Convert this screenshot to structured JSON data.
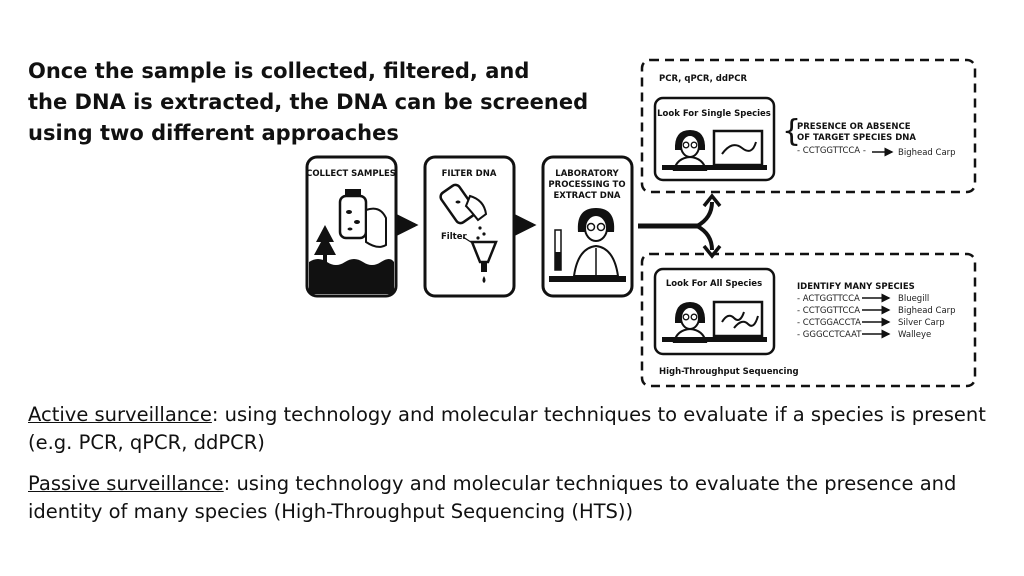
{
  "heading": {
    "line1": "Once the sample is collected, filtered, and",
    "line2": "the DNA is extracted, the DNA can be screened",
    "line3": "using two different approaches"
  },
  "steps": {
    "collect": "COLLECT SAMPLES",
    "filter": "FILTER DNA",
    "filter_tag": "Filter",
    "lab_line1": "LABORATORY",
    "lab_line2": "PROCESSING TO",
    "lab_line3": "EXTRACT DNA"
  },
  "single_species": {
    "panel_title": "PCR, qPCR, ddPCR",
    "box_label": "Look For Single Species",
    "result_line1": "PRESENCE OR ABSENCE",
    "result_line2": "OF TARGET SPECIES DNA",
    "sequence": "- CCTGGTTCCA -",
    "species": "Bighead Carp"
  },
  "all_species": {
    "panel_title": "High-Throughput Sequencing",
    "box_label": "Look For All Species",
    "result_title": "IDENTIFY MANY SPECIES",
    "rows": [
      {
        "seq": "- ACTGGTTCCA",
        "species": "Bluegill"
      },
      {
        "seq": "- CCTGGTTCCA",
        "species": "Bighead Carp"
      },
      {
        "seq": "- CCTGGACCTA",
        "species": "Silver Carp"
      },
      {
        "seq": "- GGGCCTCAAT",
        "species": "Walleye"
      }
    ]
  },
  "definitions": {
    "active_term": "Active surveillance",
    "active_rest": ": using technology and molecular techniques to evaluate if a species is present",
    "active_line2": "(e.g. PCR, qPCR, ddPCR)",
    "passive_term": "Passive surveillance",
    "passive_rest": ": using technology and molecular techniques to evaluate the presence and",
    "passive_line2": "identity of many species (High-Throughput Sequencing (HTS))"
  }
}
